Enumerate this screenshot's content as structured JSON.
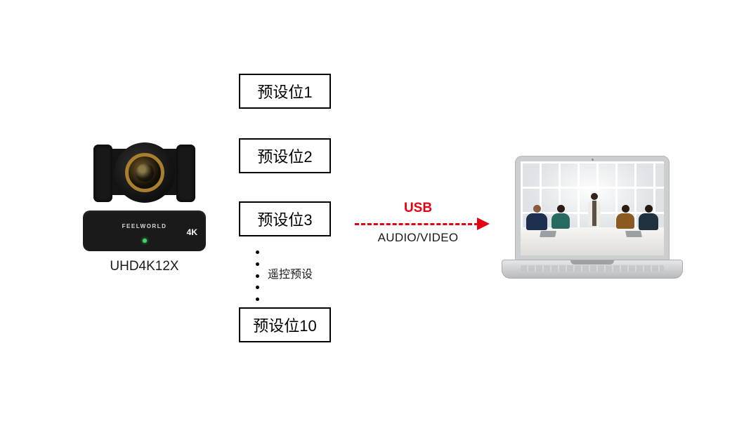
{
  "camera": {
    "brand": "FEELWORLD",
    "badge": "4K",
    "model": "UHD4K12X",
    "led_color": "#3fd56c"
  },
  "presets": {
    "items": [
      "预设位1",
      "预设位2",
      "预设位3",
      "预设位10"
    ],
    "remote_label": "遥控预设"
  },
  "connection": {
    "usb_label": "USB",
    "av_label": "AUDIO/VIDEO",
    "arrow_color": "#e60012"
  }
}
